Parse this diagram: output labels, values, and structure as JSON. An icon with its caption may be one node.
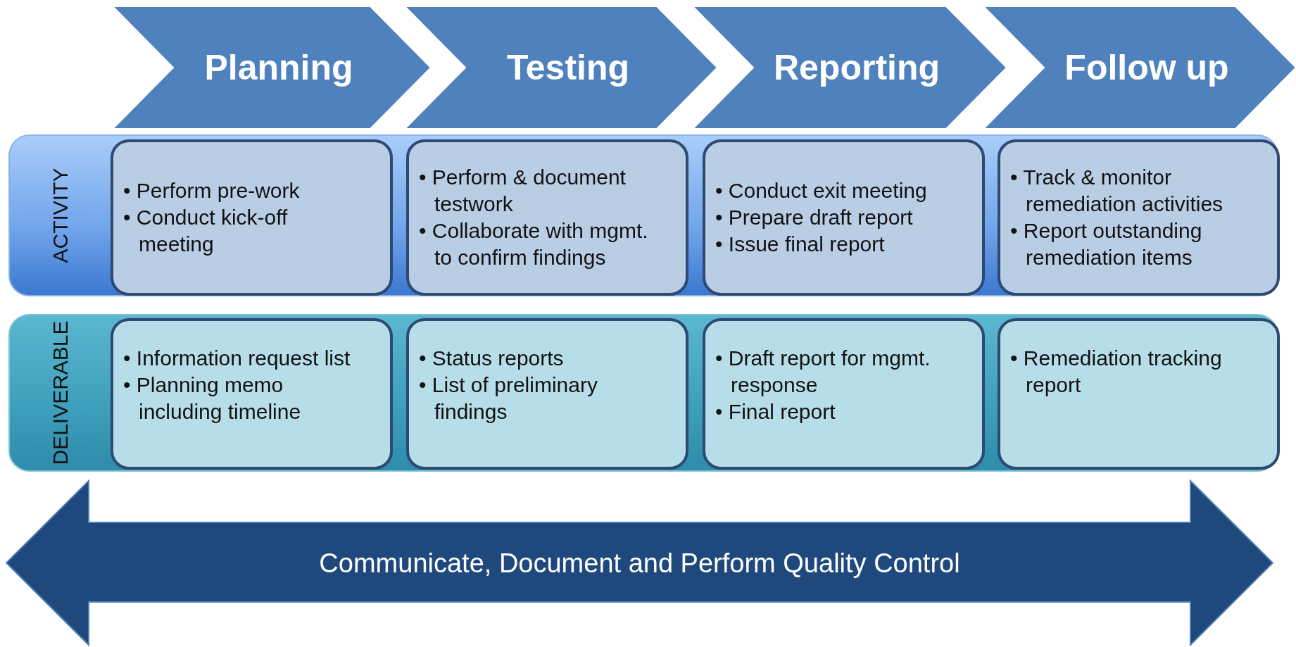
{
  "diagram": {
    "nodes": [
      {
        "text": [
          "Planning"
        ]
      },
      {
        "text": [
          "Testing"
        ]
      },
      {
        "text": [
          "Reporting"
        ]
      },
      {
        "text": [
          "Follow up"
        ]
      },
      {
        "text": [
          "ACTIVITY"
        ]
      },
      {
        "text": [
          "• Perform pre-work",
          "• Conduct kick-off meeting"
        ],
        "in": 4
      },
      {
        "text": [
          "• Perform & document testwork",
          "• Collaborate with mgmt. to confirm findings"
        ],
        "in": 4
      },
      {
        "text": [
          "• Conduct exit meeting",
          "• Prepare draft report",
          "• Issue final report"
        ],
        "in": 4
      },
      {
        "text": [
          "• Track & monitor remediation activities",
          "• Report outstanding remediation items"
        ],
        "in": 4
      },
      {
        "text": [
          "DELIVERABLE"
        ]
      },
      {
        "text": [
          "• Information request list",
          "• Planning memo including timeline"
        ],
        "in": 9
      },
      {
        "text": [
          "• Status reports",
          "• List of preliminary findings"
        ],
        "in": 9
      },
      {
        "text": [
          "• Draft report for mgmt. response",
          "• Final report"
        ],
        "in": 9
      },
      {
        "text": [
          "• Remediation tracking report"
        ],
        "in": 9
      },
      {
        "text": [
          "Communicate, Document and Perform Quality Control"
        ]
      }
    ]
  }
}
